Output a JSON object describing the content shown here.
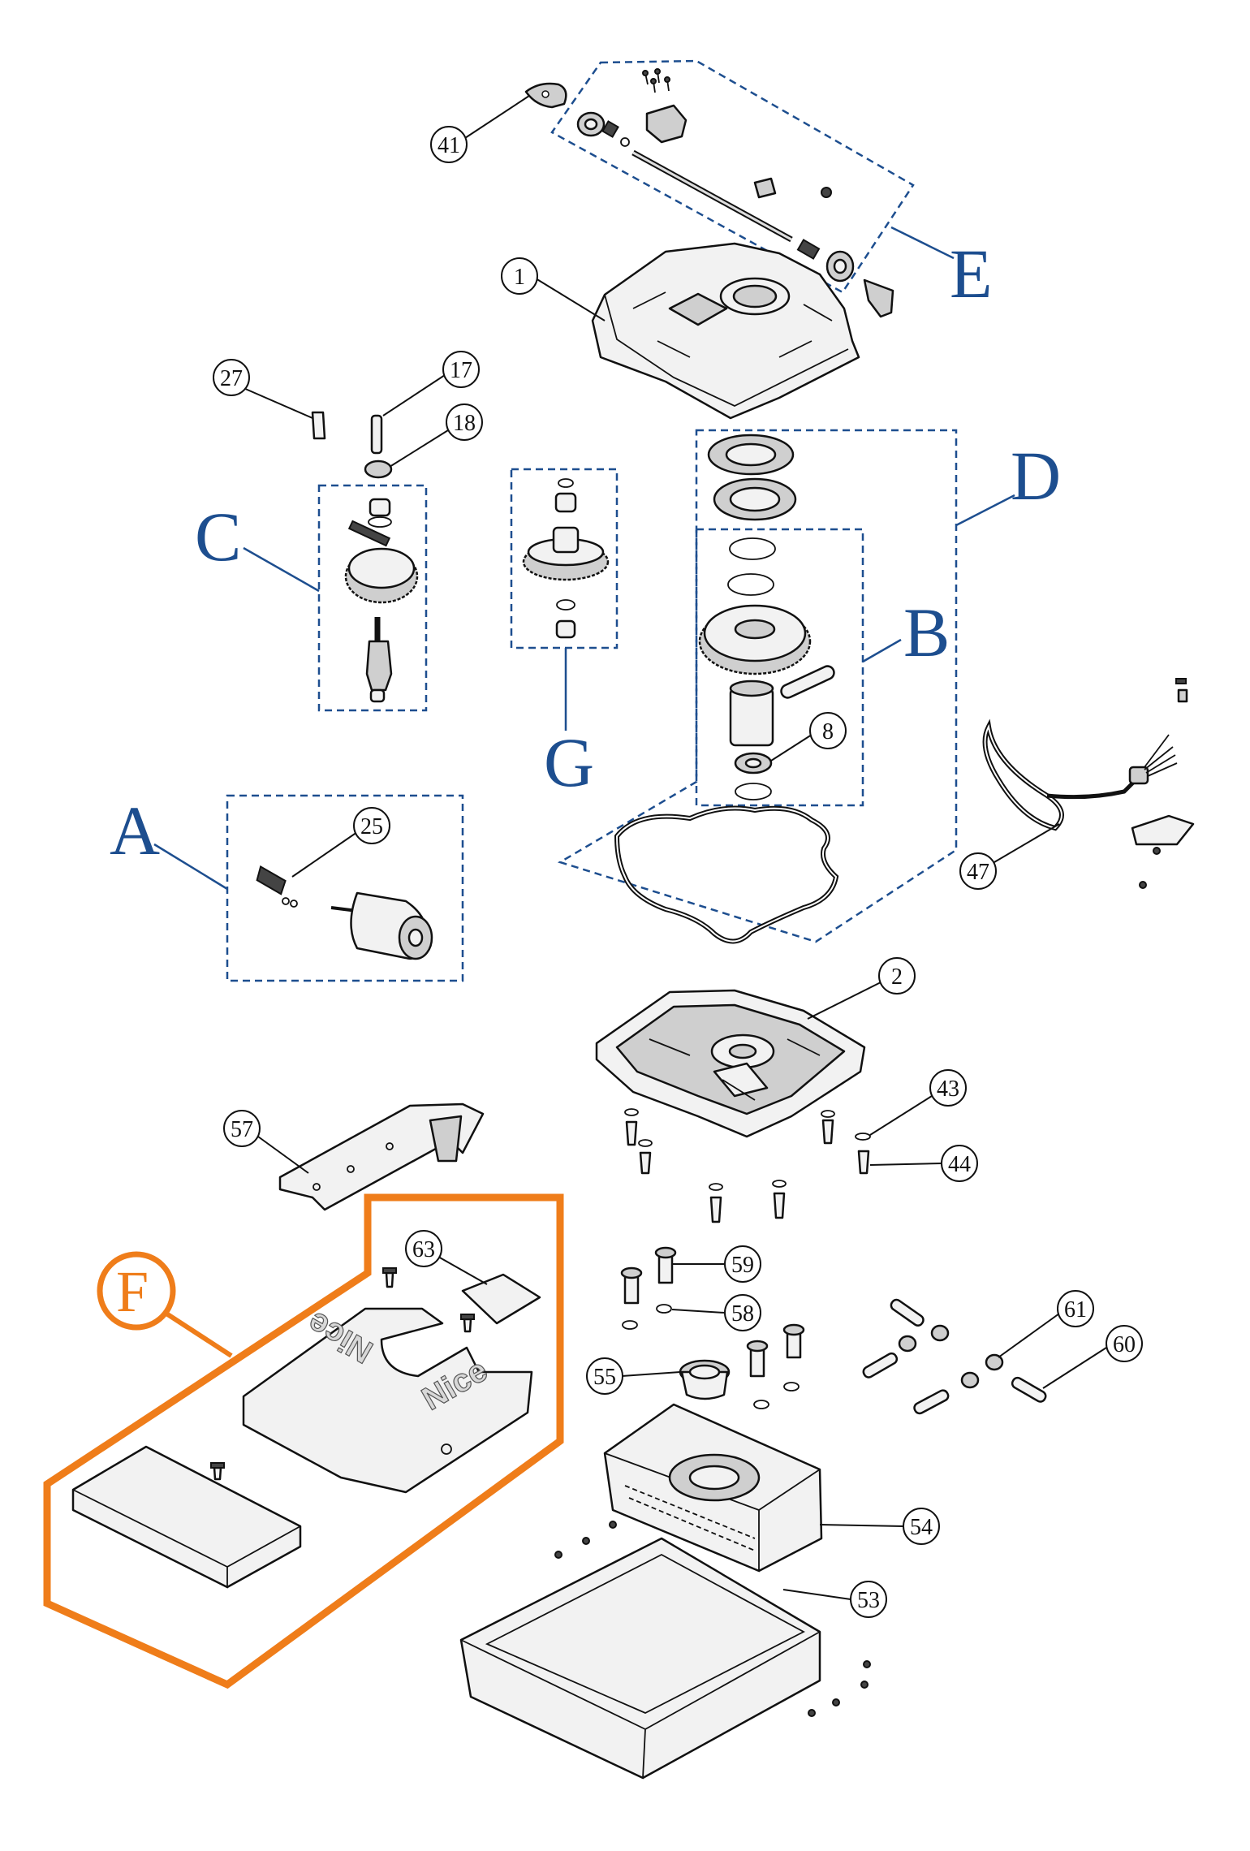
{
  "group_labels": {
    "A": "A",
    "B": "B",
    "C": "C",
    "D": "D",
    "E": "E",
    "F": "F",
    "G": "G"
  },
  "callouts": {
    "p1": "1",
    "p2": "2",
    "p8": "8",
    "p17": "17",
    "p18": "18",
    "p25": "25",
    "p27": "27",
    "p41": "41",
    "p43": "43",
    "p44": "44",
    "p47": "47",
    "p53": "53",
    "p54": "54",
    "p55": "55",
    "p57": "57",
    "p58": "58",
    "p59": "59",
    "p60": "60",
    "p61": "61",
    "p63": "63"
  },
  "logo_text": "Nice",
  "colors": {
    "group_blue": "#1d4e8f",
    "group_f_orange": "#ef7d1a",
    "line_black": "#111111"
  }
}
